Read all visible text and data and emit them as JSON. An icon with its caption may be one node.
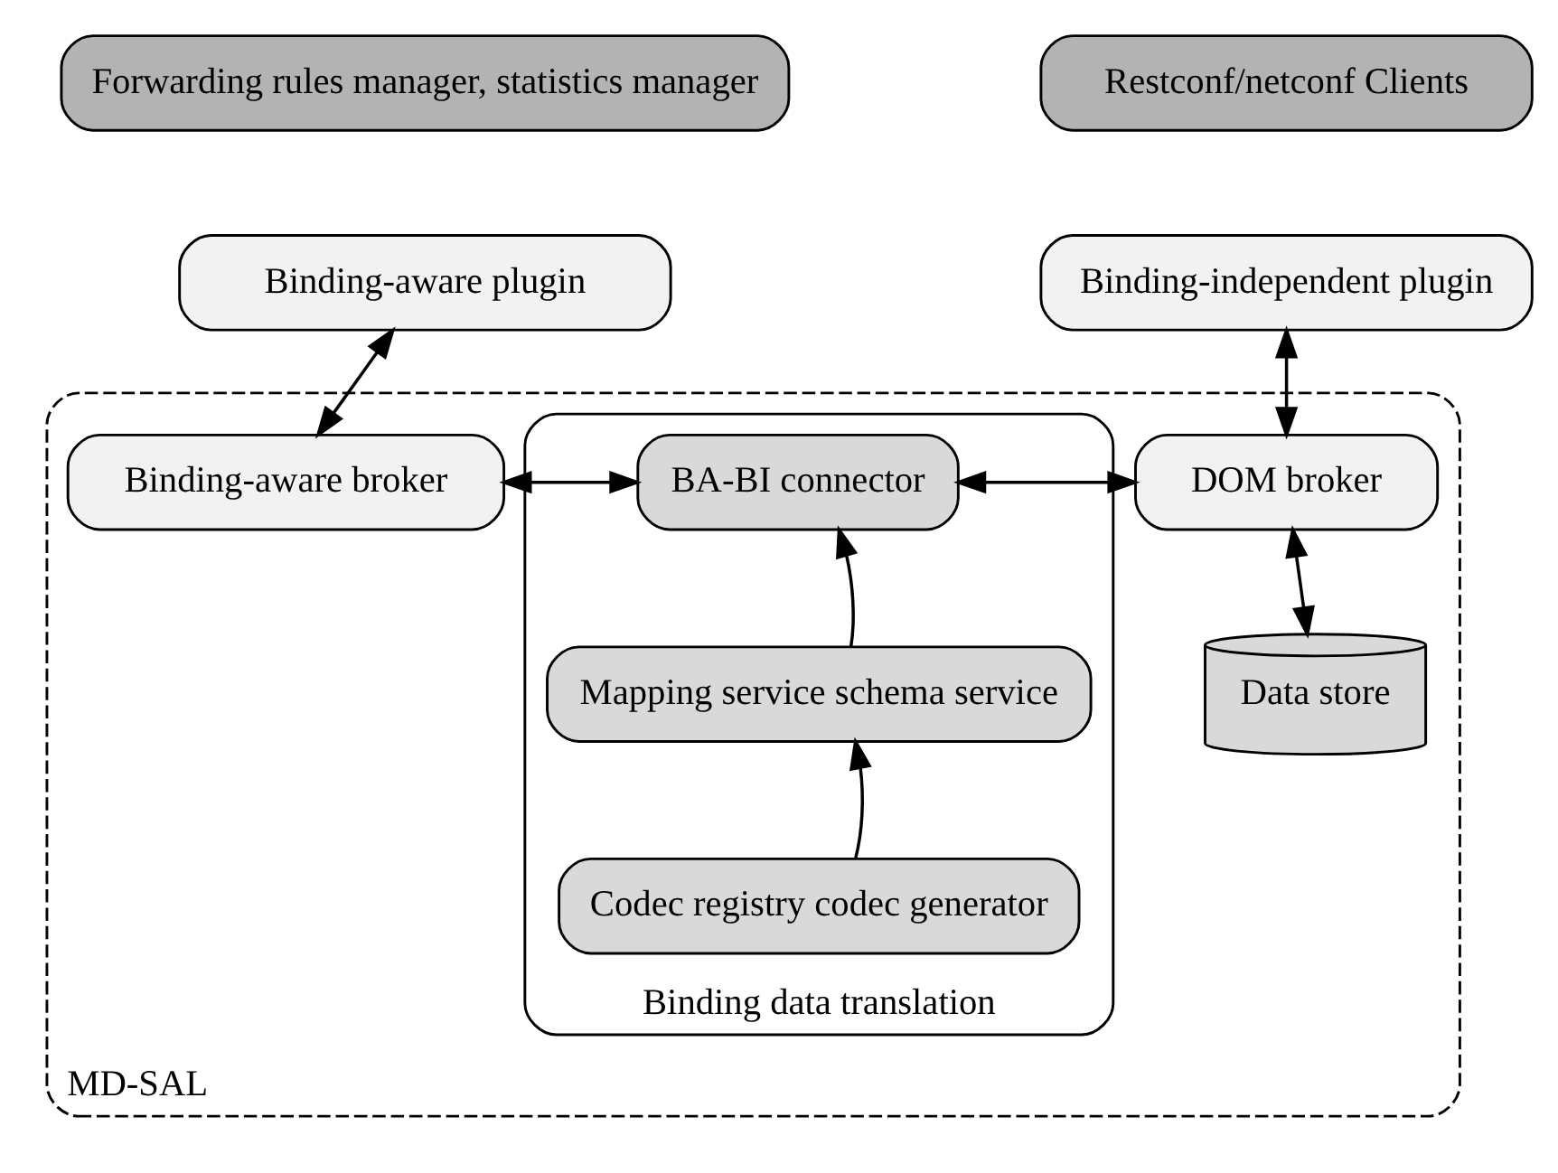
{
  "diagram": {
    "nodes": [
      {
        "text": [
          "Forwarding rules manager, statistics manager"
        ]
      },
      {
        "text": [
          "Restconf/netconf Clients"
        ]
      },
      {
        "text": [
          "Binding-aware plugin"
        ]
      },
      {
        "text": [
          "Binding-independent plugin"
        ]
      },
      {
        "text": [
          "MD-SAL"
        ]
      },
      {
        "text": [
          "Binding-aware broker"
        ],
        "in": 4
      },
      {
        "text": [
          "Binding data translation"
        ],
        "in": 4
      },
      {
        "text": [
          "BA-BI connector"
        ],
        "in": 6
      },
      {
        "text": [
          "Mapping service schema service"
        ],
        "in": 6
      },
      {
        "text": [
          "Codec registry codec generator"
        ],
        "in": 6
      },
      {
        "text": [
          "DOM broker"
        ],
        "in": 4
      },
      {
        "text": [
          "Data store"
        ],
        "in": 4
      }
    ],
    "edges": [
      {
        "from": 2,
        "to": 5,
        "arrow": "both"
      },
      {
        "from": 5,
        "to": 7,
        "arrow": "both"
      },
      {
        "from": 7,
        "to": 10,
        "arrow": "both"
      },
      {
        "from": 3,
        "to": 10,
        "arrow": "both"
      },
      {
        "from": 10,
        "to": 11,
        "arrow": "both"
      },
      {
        "from": 9,
        "to": 8,
        "arrow": "to"
      },
      {
        "from": 8,
        "to": 7,
        "arrow": "to"
      }
    ]
  }
}
